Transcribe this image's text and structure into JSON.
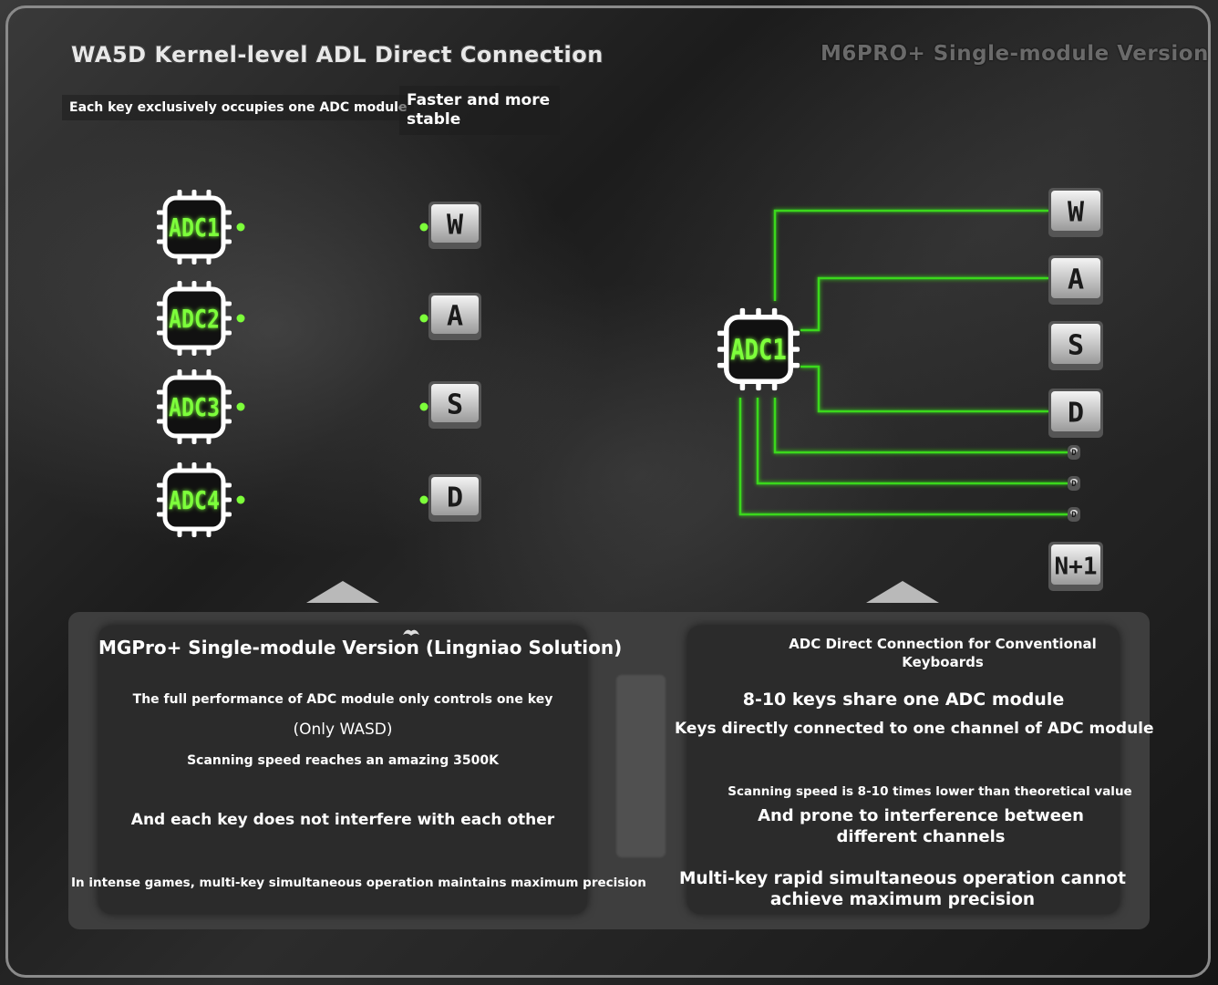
{
  "left": {
    "title": "WA5D Kernel-level ADL Direct Connection",
    "tag_exclusive": "Each key exclusively occupies one ADC module",
    "tag_faster": "Faster and more stable",
    "chips": [
      "ADC1",
      "ADC2",
      "ADC3",
      "ADC4"
    ],
    "keys": [
      "W",
      "A",
      "S",
      "D"
    ]
  },
  "right": {
    "title": "M6PRO+ Single-module Version",
    "chip": "ADC1",
    "keys": [
      "W",
      "A",
      "S",
      "D"
    ],
    "small_keys": [
      "D",
      "D",
      "D"
    ],
    "extra_key": "N+1"
  },
  "bottom_left": {
    "title": "MGPro+ Single-module Version (Lingniao Solution)",
    "line1": "The full performance of ADC module only controls one key",
    "line2": "(Only WASD)",
    "line3": "Scanning speed reaches an amazing 3500K",
    "line4": "And each key does not interfere with each other",
    "line5": "In intense games, multi-key simultaneous operation maintains maximum precision"
  },
  "bottom_right": {
    "title": "ADC Direct Connection for Conventional Keyboards",
    "line1": "8-10 keys share one ADC module",
    "line2": "Keys directly connected to one channel of ADC module",
    "line3": "Scanning speed is 8-10 times lower than theoretical value",
    "line4": "And prone to interference between different channels",
    "line5": "Multi-key rapid simultaneous operation cannot achieve maximum precision"
  },
  "colors": {
    "accent_green": "#7dff3a",
    "line_green": "#3bd81c",
    "chip_border": "#ffffff",
    "key_face": "#e8e8e8"
  },
  "icons": {
    "chip": "adc-chip-icon",
    "keycap": "keycap-icon",
    "arrow": "triangle-up-icon"
  }
}
